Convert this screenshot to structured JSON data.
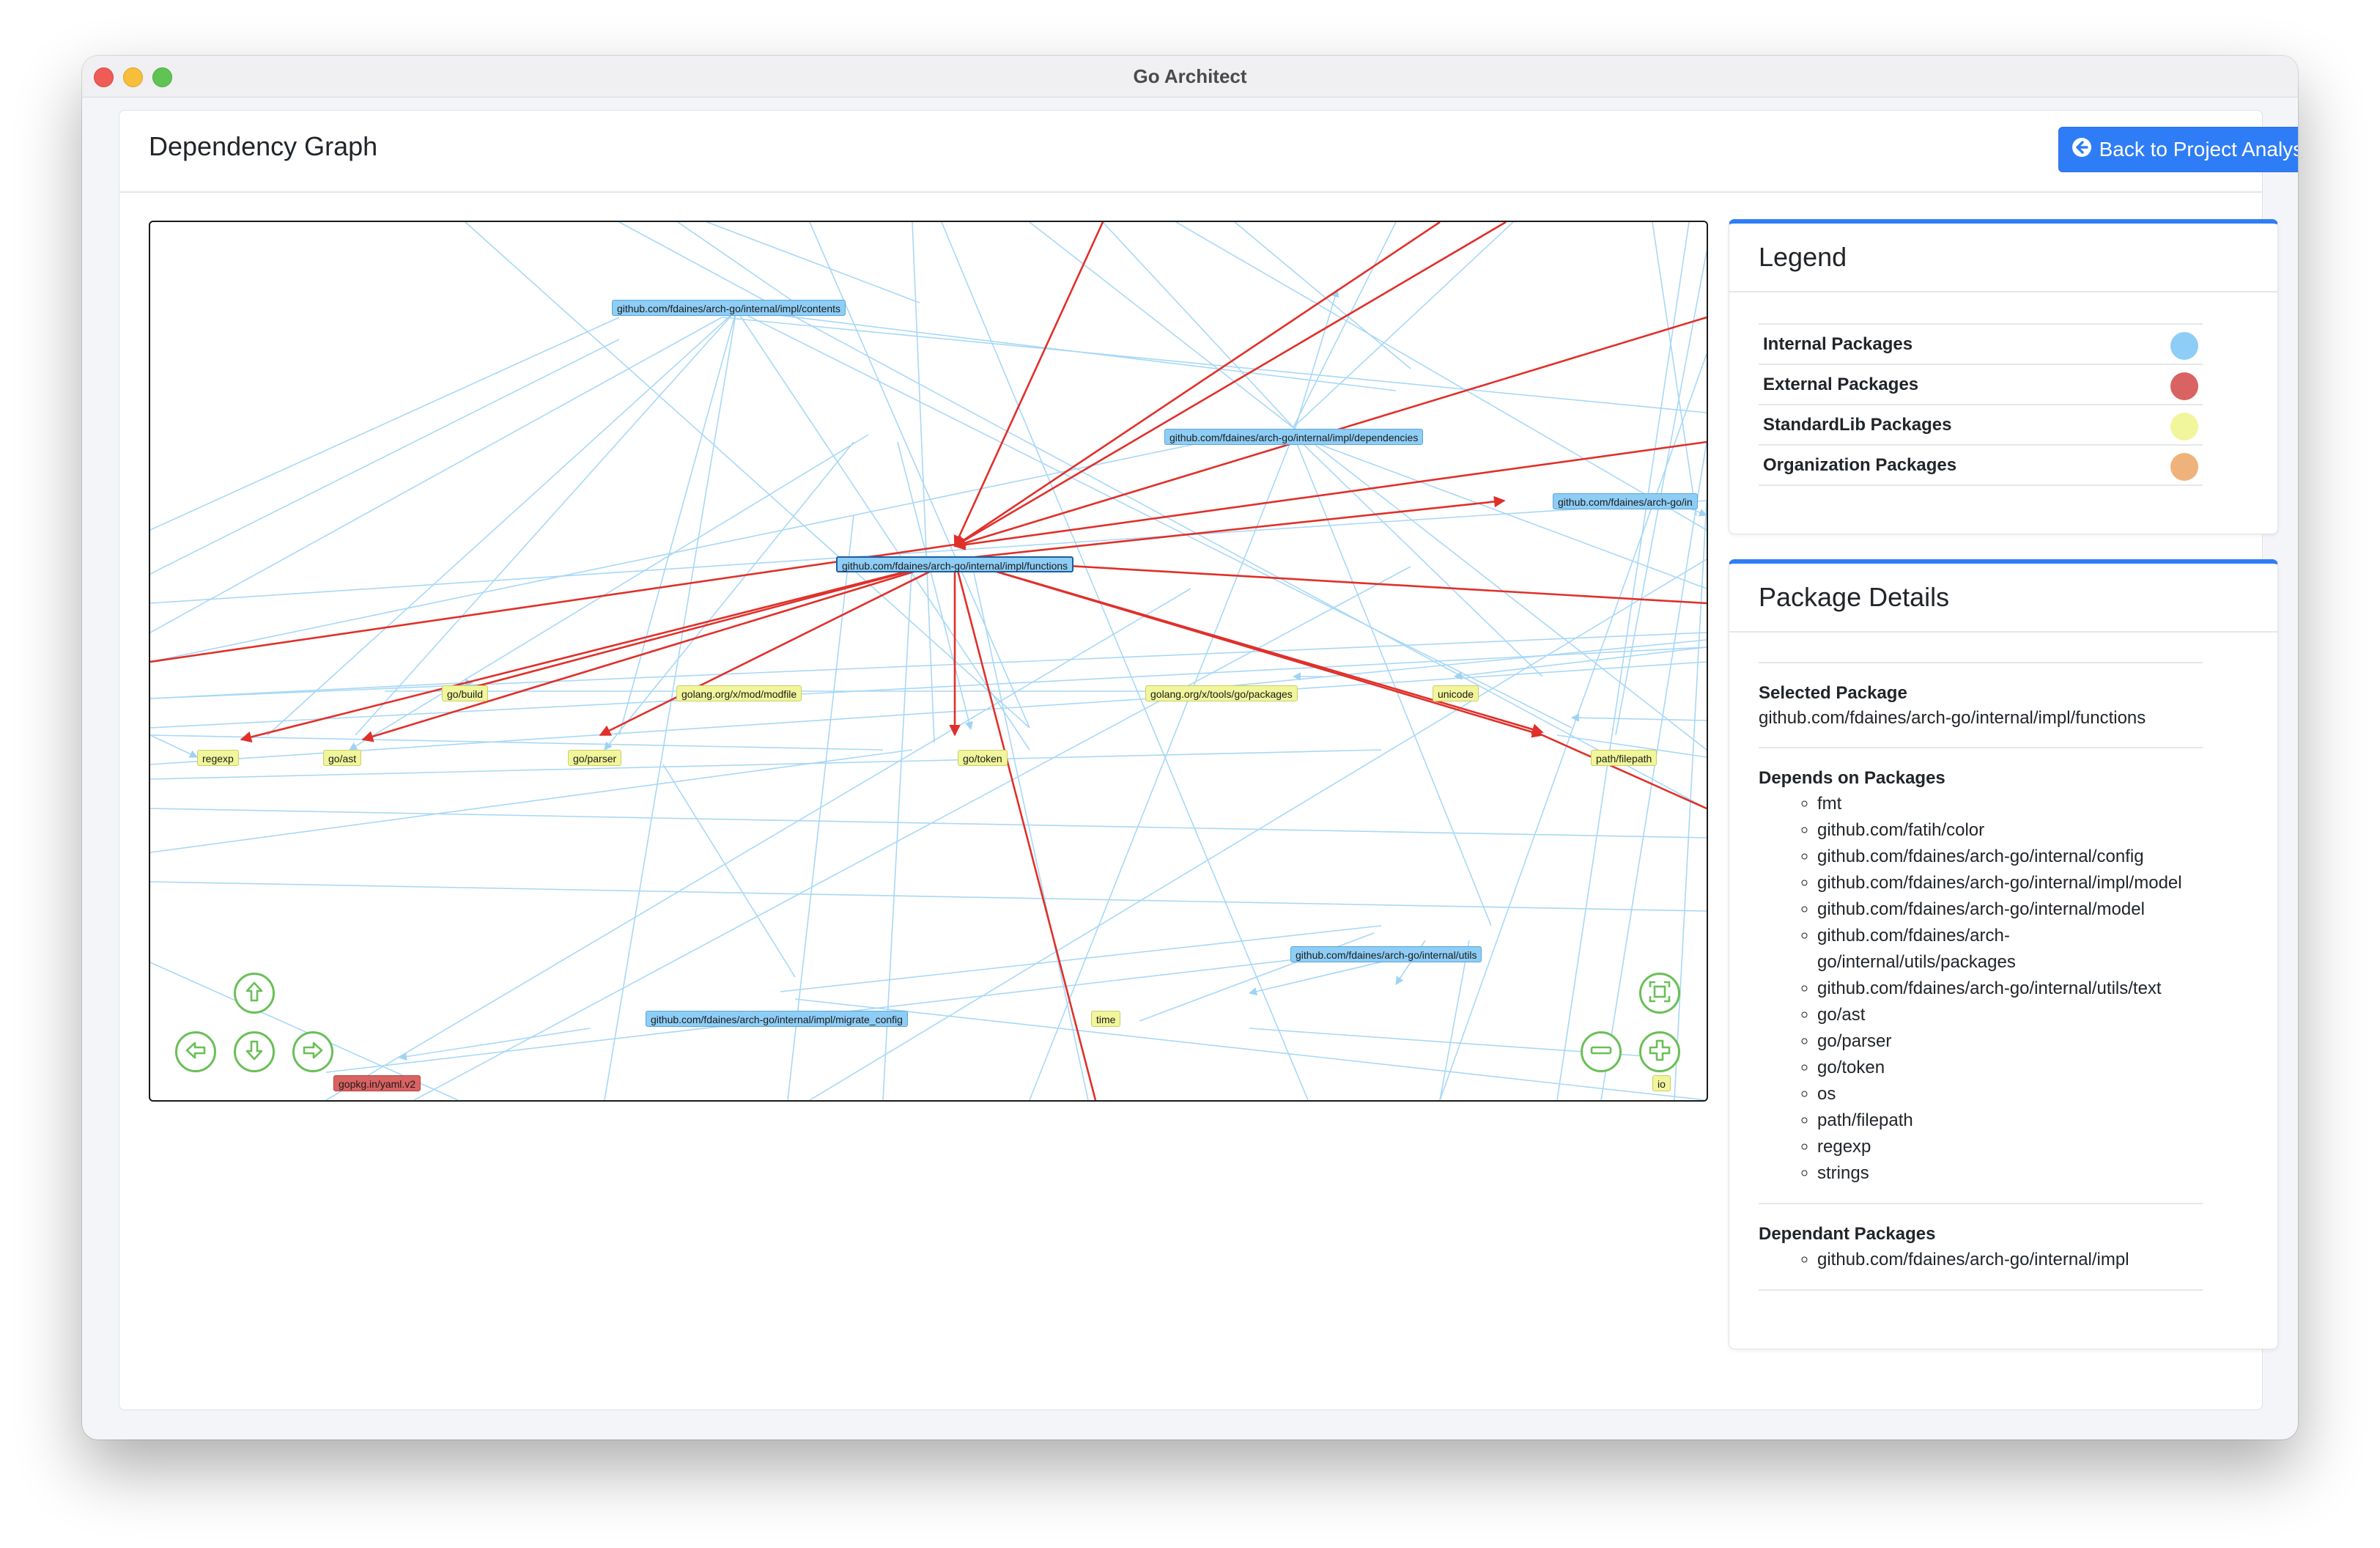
{
  "window": {
    "title": "Go Architect"
  },
  "header": {
    "title": "Dependency Graph",
    "back_button": "Back to Project Analysis"
  },
  "graph": {
    "nodes": [
      {
        "id": "contents",
        "label": "github.com/fdaines/arch-go/internal/impl/contents",
        "kind": "internal"
      },
      {
        "id": "dependencies",
        "label": "github.com/fdaines/arch-go/internal/impl/dependencies",
        "kind": "internal"
      },
      {
        "id": "internal_partial",
        "label": "github.com/fdaines/arch-go/in",
        "kind": "internal"
      },
      {
        "id": "functions",
        "label": "github.com/fdaines/arch-go/internal/impl/functions",
        "kind": "internal",
        "selected": true
      },
      {
        "id": "gobuild",
        "label": "go/build",
        "kind": "std"
      },
      {
        "id": "modfile",
        "label": "golang.org/x/mod/modfile",
        "kind": "std"
      },
      {
        "id": "packages",
        "label": "golang.org/x/tools/go/packages",
        "kind": "std"
      },
      {
        "id": "unicode",
        "label": "unicode",
        "kind": "std"
      },
      {
        "id": "regexp",
        "label": "regexp",
        "kind": "std"
      },
      {
        "id": "goast",
        "label": "go/ast",
        "kind": "std"
      },
      {
        "id": "goparser",
        "label": "go/parser",
        "kind": "std"
      },
      {
        "id": "gotoken",
        "label": "go/token",
        "kind": "std"
      },
      {
        "id": "filepath",
        "label": "path/filepath",
        "kind": "std"
      },
      {
        "id": "utils",
        "label": "github.com/fdaines/arch-go/internal/utils",
        "kind": "internal"
      },
      {
        "id": "migrate",
        "label": "github.com/fdaines/arch-go/internal/impl/migrate_config",
        "kind": "internal"
      },
      {
        "id": "time",
        "label": "time",
        "kind": "std"
      },
      {
        "id": "yaml",
        "label": "gopkg.in/yaml.v2",
        "kind": "ext"
      },
      {
        "id": "io",
        "label": "io",
        "kind": "std"
      }
    ],
    "controls": {
      "up": "arrow-up-icon",
      "left": "arrow-left-icon",
      "down": "arrow-down-icon",
      "right": "arrow-right-icon",
      "fit": "fit-screen-icon",
      "zoom_out": "zoom-out-icon",
      "zoom_in": "zoom-in-icon"
    }
  },
  "legend": {
    "title": "Legend",
    "items": [
      {
        "label": "Internal Packages",
        "color": "#8ecdf5"
      },
      {
        "label": "External Packages",
        "color": "#d96262"
      },
      {
        "label": "StandardLib Packages",
        "color": "#f1f59b"
      },
      {
        "label": "Organization Packages",
        "color": "#efb27a"
      }
    ]
  },
  "details": {
    "title": "Package Details",
    "selected_label": "Selected Package",
    "selected_value": "github.com/fdaines/arch-go/internal/impl/functions",
    "depends_label": "Depends on Packages",
    "depends": [
      "fmt",
      "github.com/fatih/color",
      "github.com/fdaines/arch-go/internal/config",
      "github.com/fdaines/arch-go/internal/impl/model",
      "github.com/fdaines/arch-go/internal/model",
      "github.com/fdaines/arch-go/internal/utils/packages",
      "github.com/fdaines/arch-go/internal/utils/text",
      "go/ast",
      "go/parser",
      "go/token",
      "os",
      "path/filepath",
      "regexp",
      "strings"
    ],
    "dependants_label": "Dependant Packages",
    "dependants": [
      "github.com/fdaines/arch-go/internal/impl"
    ]
  }
}
